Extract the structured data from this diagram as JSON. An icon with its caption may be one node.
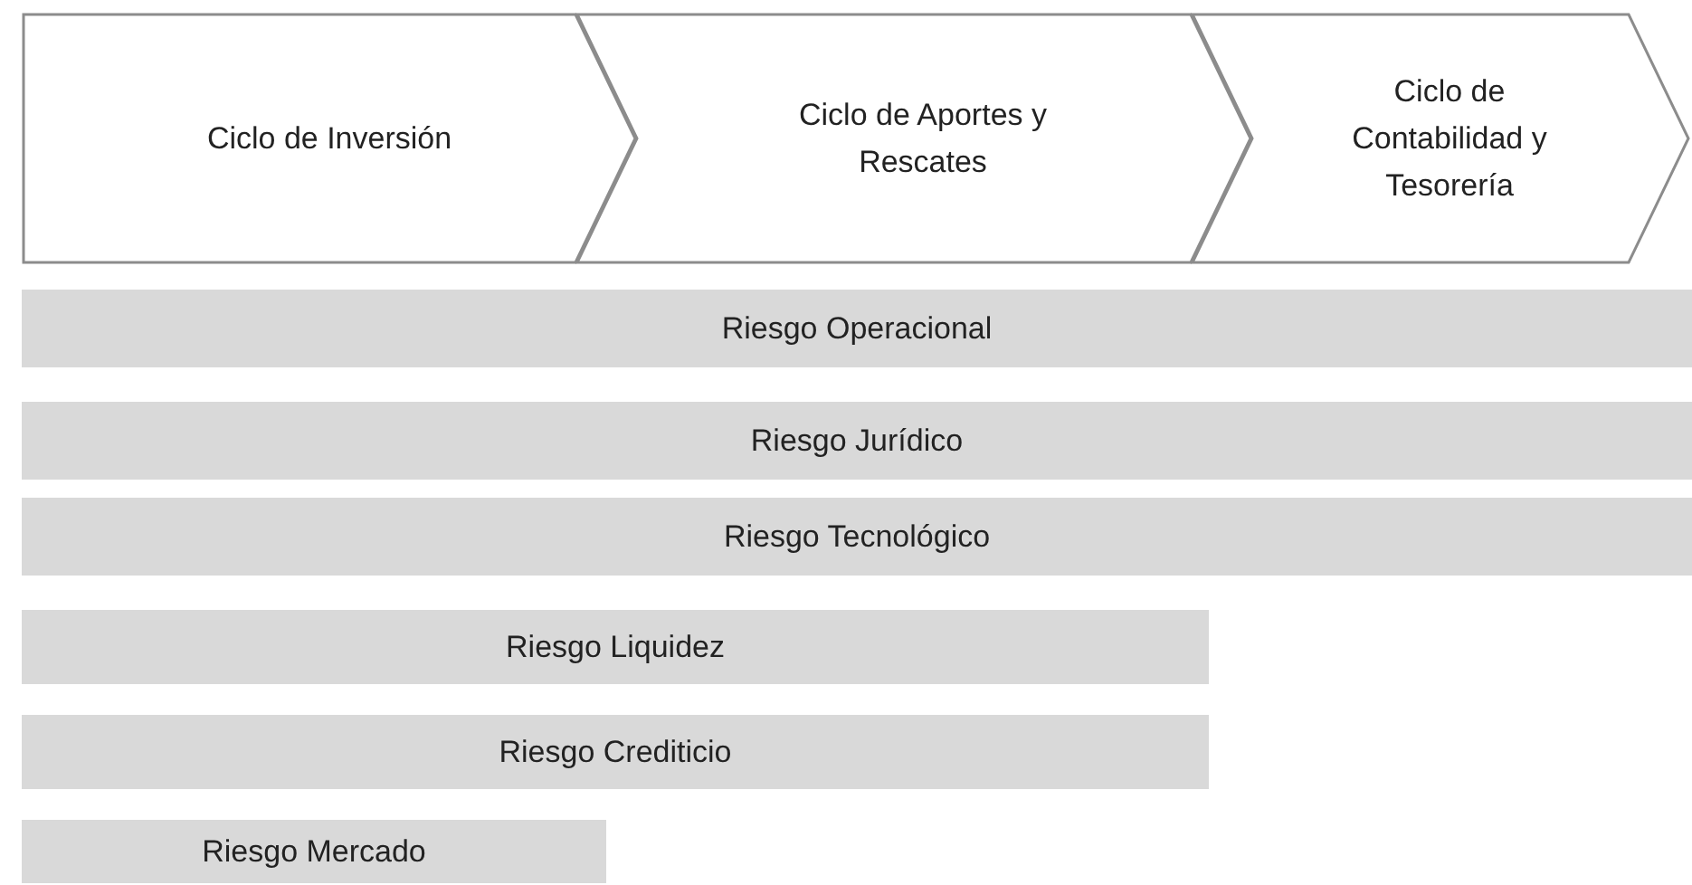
{
  "diagram": {
    "nodes": [
      {
        "text": [
          "Ciclo de Inversión"
        ]
      },
      {
        "text": [
          "Ciclo de Aportes y Rescates"
        ]
      },
      {
        "text": [
          "Ciclo de Contabilidad y Tesorería"
        ]
      },
      {
        "text": [
          "Riesgo Operacional"
        ]
      },
      {
        "text": [
          "Riesgo Jurídico"
        ]
      },
      {
        "text": [
          "Riesgo Tecnológico"
        ]
      },
      {
        "text": [
          "Riesgo Liquidez"
        ]
      },
      {
        "text": [
          "Riesgo Crediticio"
        ]
      },
      {
        "text": [
          "Riesgo Mercado"
        ]
      }
    ]
  }
}
